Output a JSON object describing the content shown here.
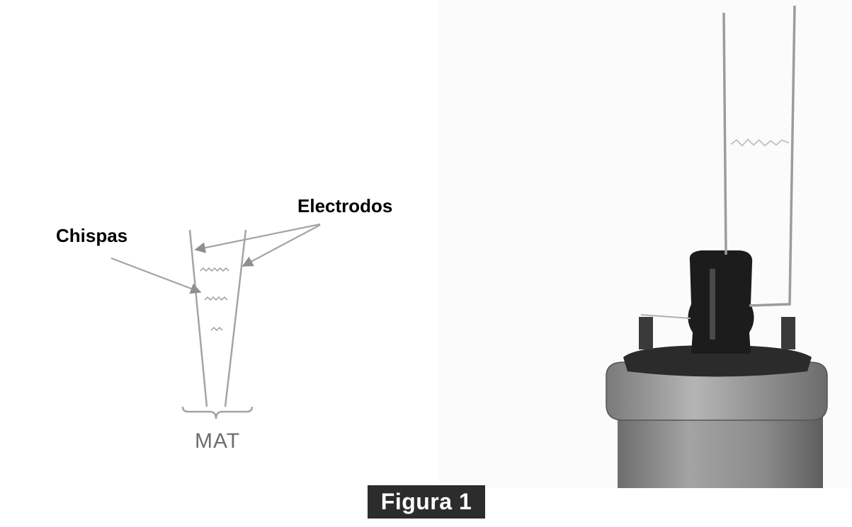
{
  "labels": {
    "electrodes": "Electrodos",
    "sparks": "Chispas",
    "gap": "MAT"
  },
  "caption": "Figura 1",
  "colors": {
    "diagram_line": "#a4a4a4",
    "arrow": "#8f8f8f",
    "text": "#000000",
    "gap_label": "#6e6e6e",
    "caption_bg": "#2c2c2c",
    "caption_text": "#ffffff",
    "coil_body": "#8a8a8a"
  },
  "photo": {
    "subject": "ignition-coil-with-wire-electrodes"
  }
}
